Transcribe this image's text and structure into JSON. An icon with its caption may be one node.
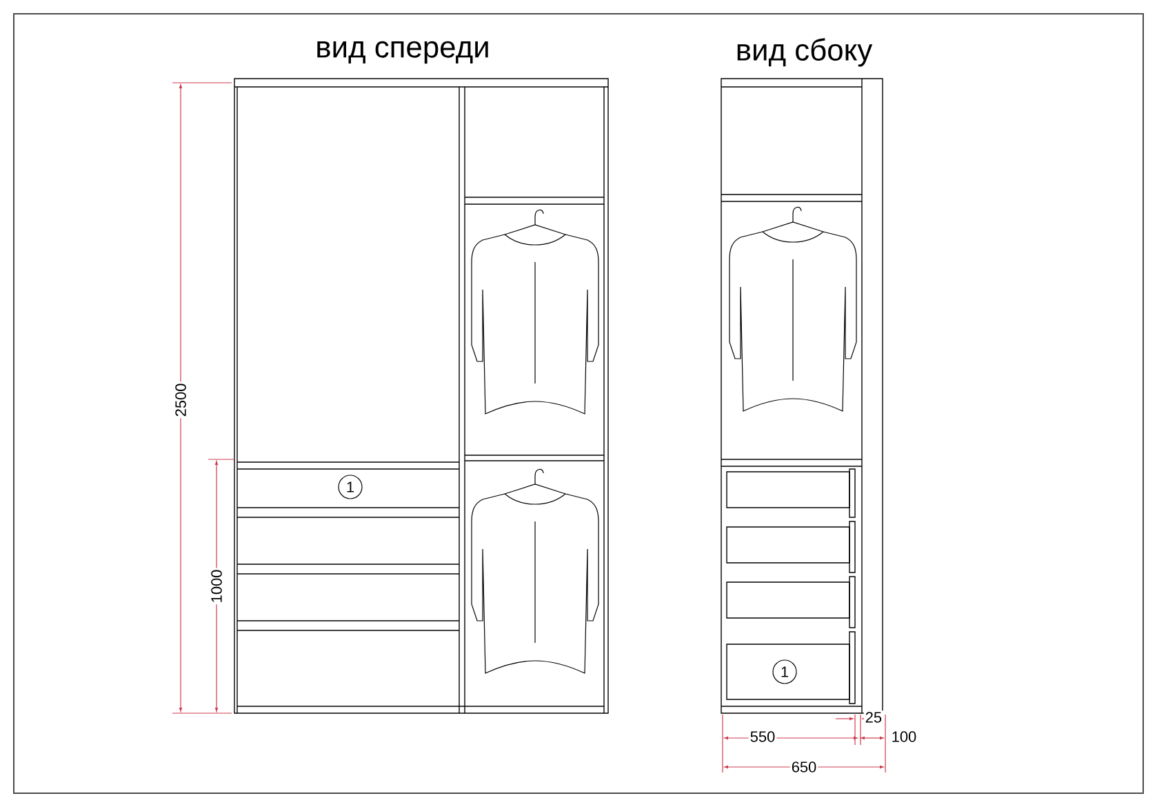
{
  "diagram": {
    "nodes": [
      {
        "text": [
          "1"
        ]
      },
      {
        "text": [
          "1"
        ]
      }
    ],
    "edges": [],
    "labels": [
      "вид спереди",
      "вид сбоку",
      "2500",
      "1000",
      "25",
      "550",
      "100",
      "650"
    ]
  }
}
